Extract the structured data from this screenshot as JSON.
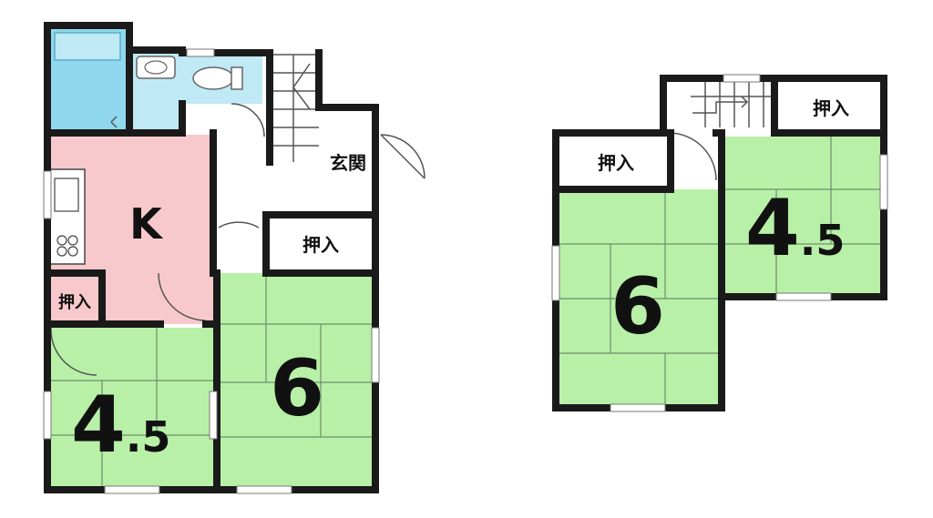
{
  "plan": {
    "colors": {
      "tatami": "#b8f0a8",
      "kitchen": "#f7c9cc",
      "bath": "#8fd8ee",
      "wet": "#bfe9f5",
      "wall": "#1a1a1a"
    },
    "floor1": {
      "kitchen_label": "K",
      "genkan_label": "玄関",
      "oshiire_a": "押入",
      "oshiire_b": "押入",
      "room_left_big": "4",
      "room_left_small": ".5",
      "room_right_size": "6"
    },
    "floor2": {
      "oshiire_left": "押入",
      "oshiire_right": "押入",
      "room_left_size": "6",
      "room_right_big": "4",
      "room_right_small": ".5"
    }
  }
}
